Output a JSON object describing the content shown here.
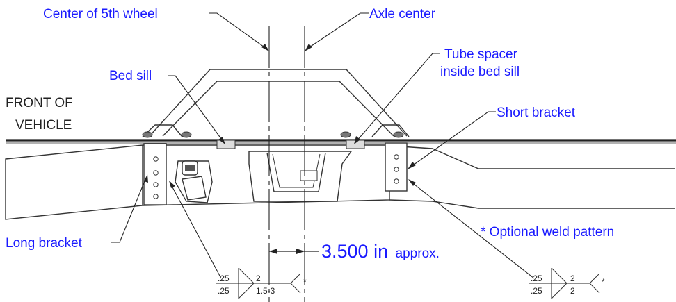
{
  "labels": {
    "fifth_wheel_center": "Center of 5th wheel",
    "axle_center": "Axle center",
    "tube_spacer_line1": "Tube spacer",
    "tube_spacer_line2": "inside bed sill",
    "bed_sill": "Bed sill",
    "front_line1": "FRONT OF",
    "front_line2": "VEHICLE",
    "short_bracket": "Short bracket",
    "long_bracket": "Long bracket",
    "optional_weld": "* Optional weld pattern",
    "dimension_value": "3.500 in",
    "dimension_suffix": "approx."
  },
  "weld_symbol_left": {
    "top_size": ".25",
    "bottom_size": ".25",
    "top_length": "2",
    "bottom_length": "1.5-3",
    "tail": "*"
  },
  "weld_symbol_right": {
    "top_size": ".25",
    "bottom_size": ".25",
    "top_length": "2",
    "bottom_length": "2",
    "tail": "*"
  },
  "colors": {
    "label_blue": "#1a1aff",
    "line_dark": "#333333"
  }
}
